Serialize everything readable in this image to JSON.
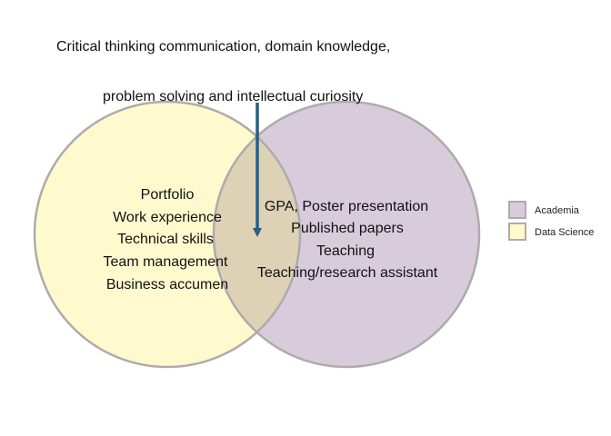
{
  "annotation": {
    "line1": "Critical thinking communication, domain knowledge,",
    "line2": "problem solving and intellectual curiosity"
  },
  "sets": [
    {
      "name": "Data Science",
      "fill": "#FFFACD",
      "items": [
        "Portfolio",
        "Work experience",
        "Technical skills",
        "Team management",
        "Business accumen"
      ]
    },
    {
      "name": "Academia",
      "fill": "#D8CCDC",
      "items": [
        "GPA, Poster presentation",
        "Published papers",
        "Teaching",
        "Teaching/research assistant"
      ]
    }
  ],
  "legend": [
    {
      "label": "Academia",
      "color": "#D8CCDC"
    },
    {
      "label": "Data Science",
      "color": "#FFFACD"
    }
  ],
  "colors": {
    "outline": "#B0AAAA",
    "arrow": "#2A5F82",
    "overlap": "#DDD2B6"
  }
}
